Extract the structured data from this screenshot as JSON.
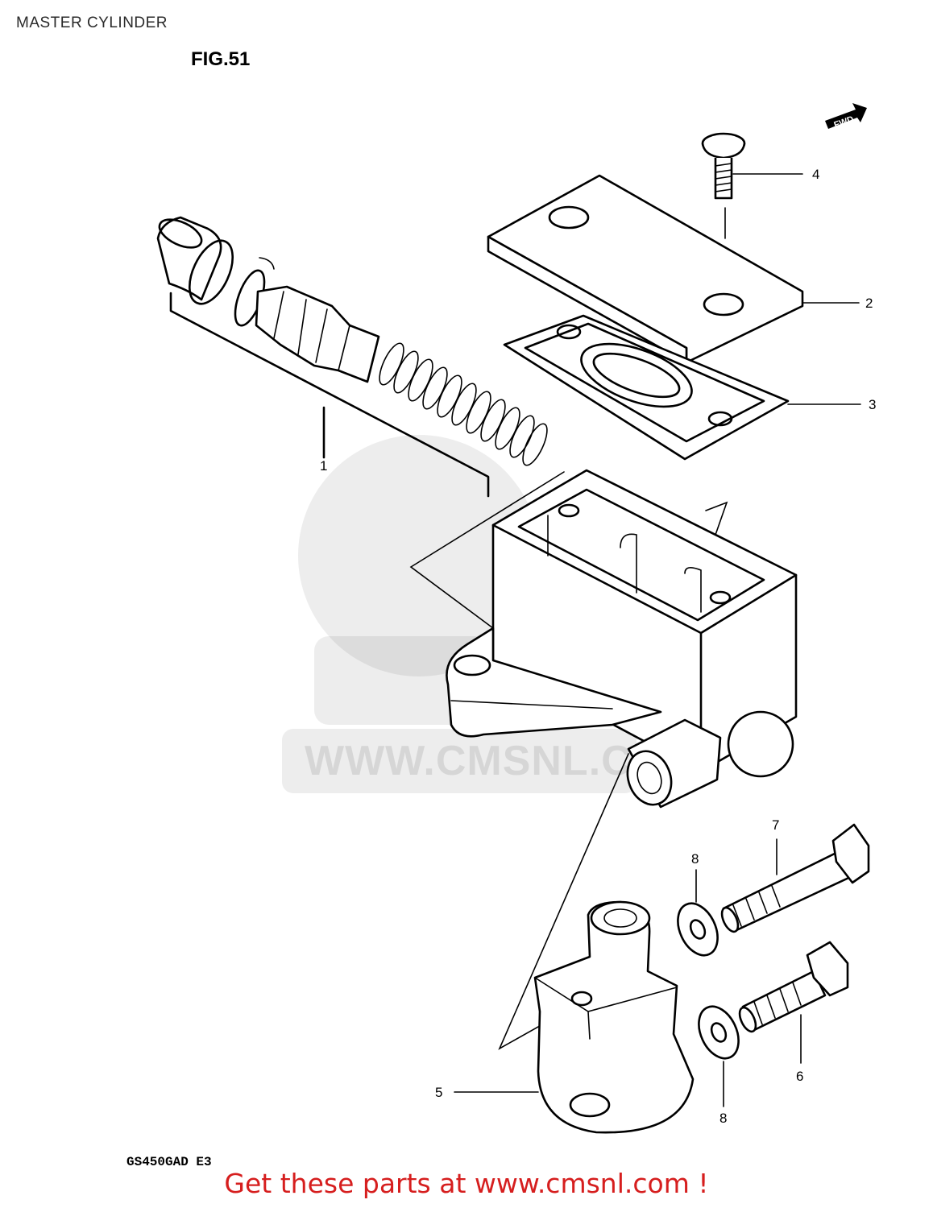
{
  "header": {
    "title": "MASTER CYLINDER"
  },
  "figure": {
    "label": "FIG.51",
    "model_code": "GS450GAD E3",
    "direction_marker": "FWD"
  },
  "watermark": {
    "text": "WWW.CMSNL.COM"
  },
  "callouts": [
    "1",
    "2",
    "3",
    "4",
    "5",
    "6",
    "7",
    "8",
    "8"
  ],
  "footer": {
    "promo": "Get these parts at www.cmsnl.com !"
  },
  "colors": {
    "promo": "#d61e1e",
    "line": "#000000",
    "background": "#ffffff"
  }
}
